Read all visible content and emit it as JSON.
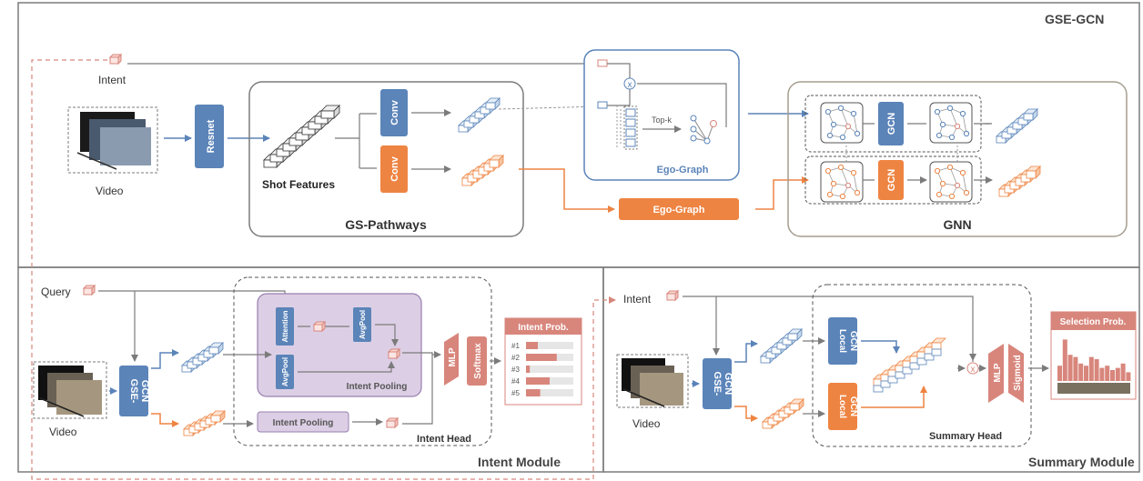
{
  "panels": {
    "top": "GSE-GCN",
    "intent_module": "Intent Module",
    "summary_module": "Summary Module"
  },
  "gse": {
    "intent_label": "Intent",
    "video_label": "Video",
    "resnet": "Resnet",
    "conv": "Conv",
    "shot_features": "Shot Features",
    "gs_pathways": "GS-Pathways",
    "topk": "Top-k",
    "ego_graph_blue": "Ego-Graph",
    "ego_graph_orange": "Ego-Graph",
    "gcn": "GCN",
    "gnn": "GNN",
    "mult": "x"
  },
  "intent_module": {
    "query_label": "Query",
    "video_label": "Video",
    "gse_gcn": [
      "GSE-",
      "GCN"
    ],
    "attention": "Attention",
    "avgpool": "AvgPool",
    "intent_pooling_inner": "Intent Pooling",
    "intent_pooling_box": "Intent Pooling",
    "intent_head": "Intent Head",
    "mlp": "MLP",
    "softmax": "Softmax",
    "prob_title": "Intent Prob.",
    "ranks": [
      "#1",
      "#2",
      "#3",
      "#4",
      "#5"
    ],
    "probs": [
      0.25,
      0.65,
      0.08,
      0.5,
      0.3
    ]
  },
  "summary_module": {
    "intent_label": "Intent",
    "video_label": "Video",
    "gse_gcn": [
      "GSE-",
      "GCN"
    ],
    "local_gcn": [
      "Local",
      "GCN"
    ],
    "summary_head": "Summary Head",
    "mlp": "MLP",
    "sigmoid": "Sigmoid",
    "mult": "x",
    "selection_title": "Selection Prob.",
    "selection_bars": [
      0.35,
      0.95,
      0.6,
      0.55,
      0.4,
      0.35,
      0.55,
      0.5,
      0.3,
      0.35,
      0.25,
      0.3,
      0.4,
      0.2
    ]
  },
  "colors": {
    "blue": "#5b84b9",
    "orange": "#ee8442",
    "salmon": "#d8867c",
    "purple_fill": "#dccfe5",
    "purple_stroke": "#9a7fb0",
    "gray": "#7b7b7b"
  }
}
